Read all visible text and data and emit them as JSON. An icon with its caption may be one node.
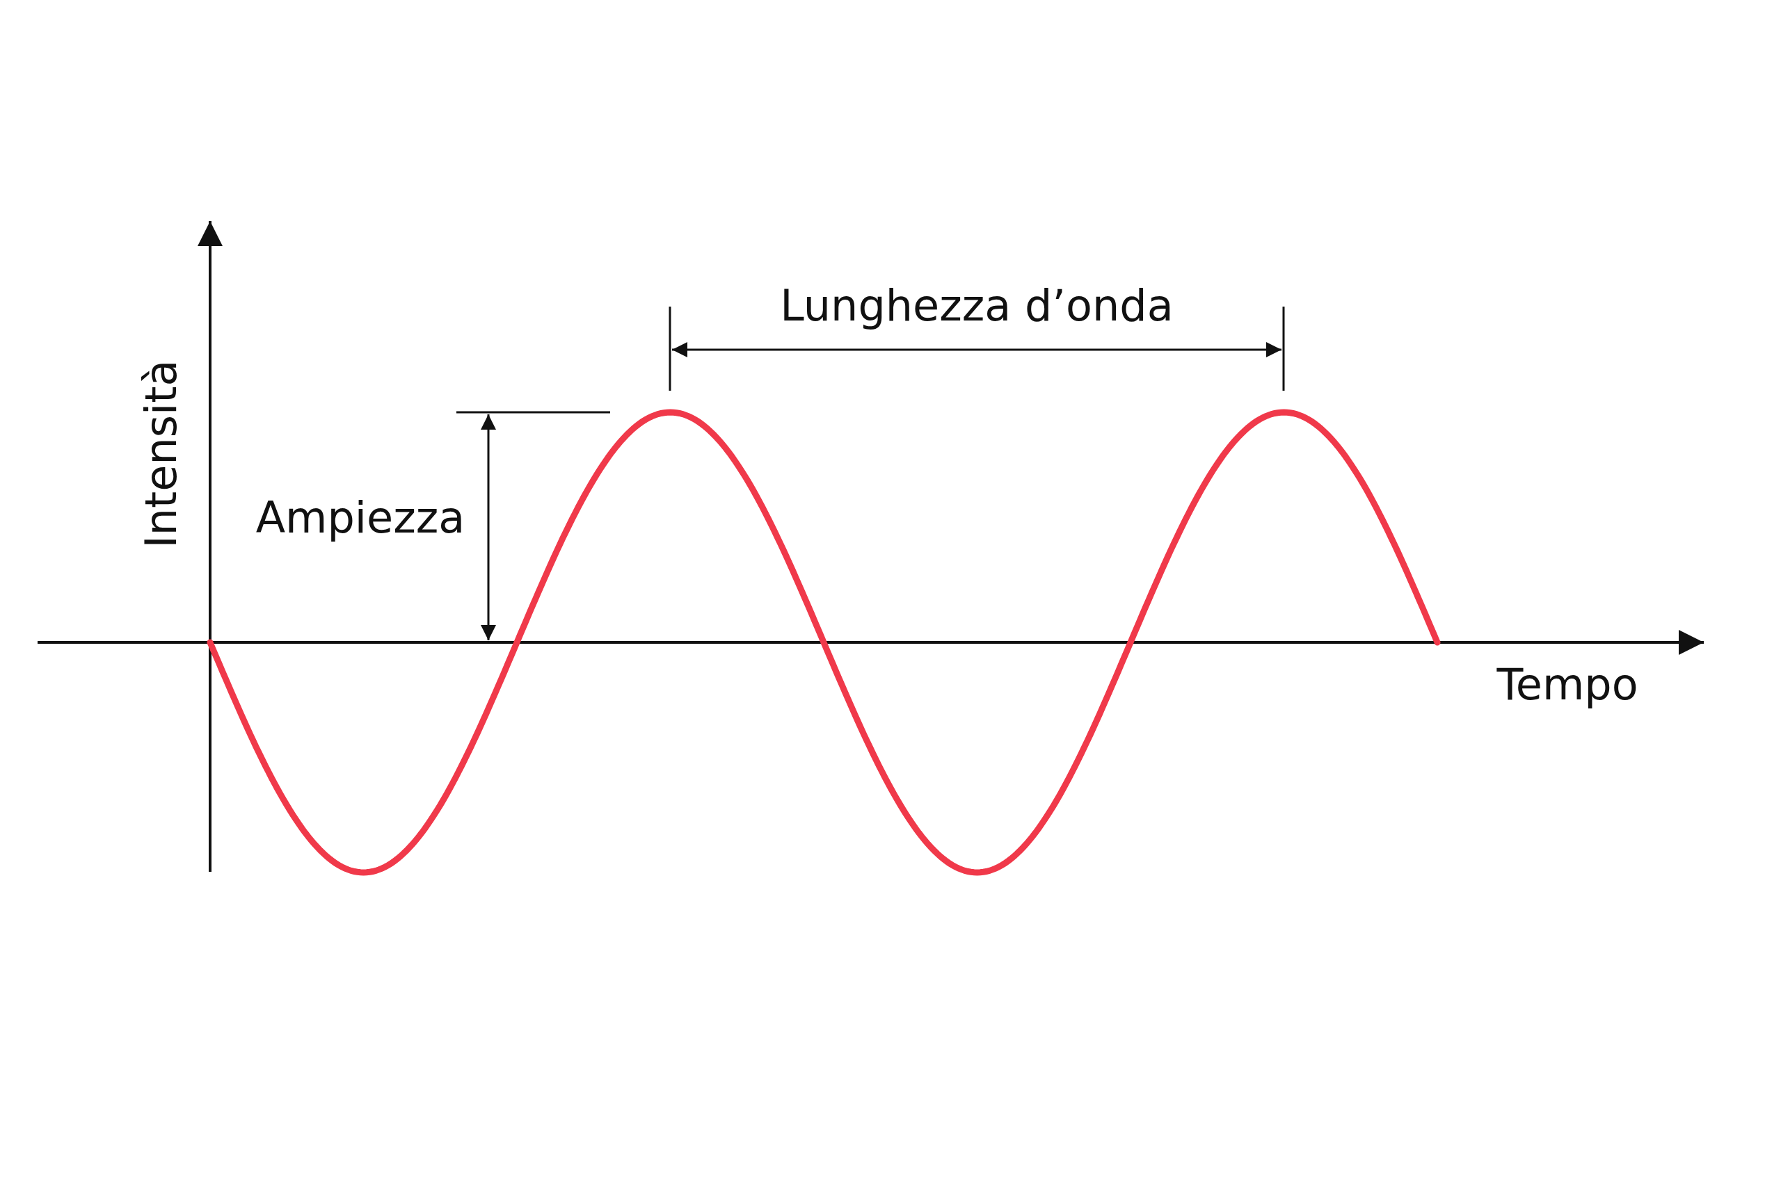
{
  "diagram": {
    "labels": [
      "Lunghezza d’onda",
      "Intensità",
      "Ampiezza",
      "Tempo"
    ]
  }
}
